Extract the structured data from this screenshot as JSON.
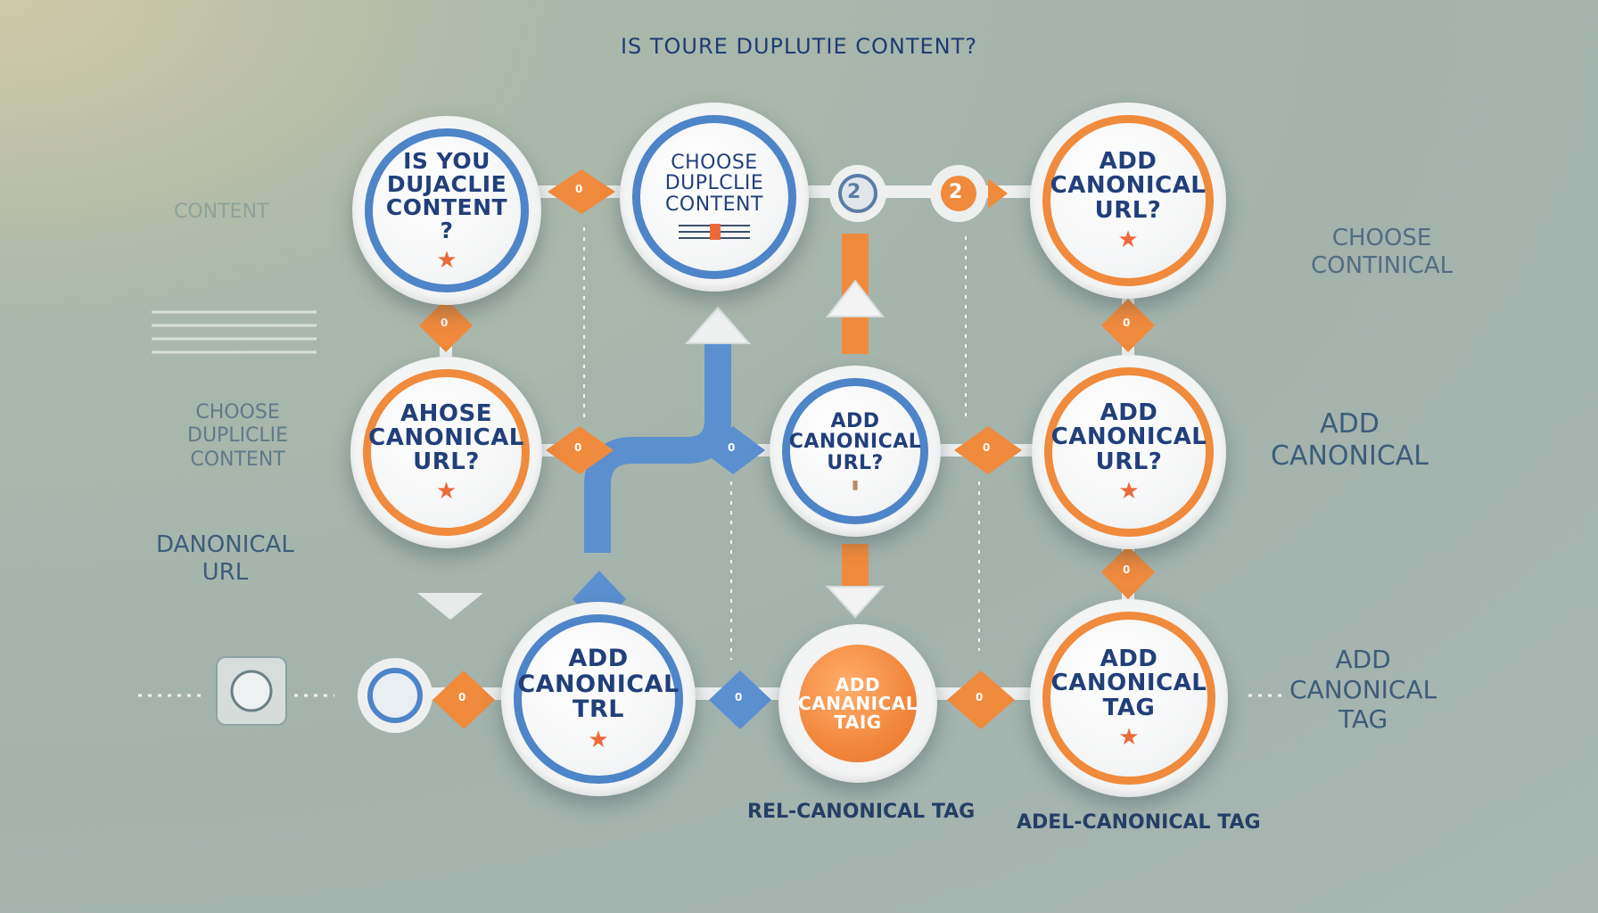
{
  "title": "IS TOURE DUPLUTIE CONTENT?",
  "nodes": {
    "n1": {
      "text": "IS YOU\nDUJACLIE\nCONTENT\n?"
    },
    "n2": {
      "text": "CHOOSE\nDUPLCLIE\nCONTENT"
    },
    "n3": {
      "text": "ADD\nCANONICAL\nURL?"
    },
    "n4": {
      "text": "AHOSE\nCANONICAL\nURL?"
    },
    "n5": {
      "text": "ADD\nCANONICAL\nURL?"
    },
    "n6": {
      "text": "ADD\nCANONICAL\nURL?"
    },
    "n7": {
      "text": "ADD\nCANONICAL\nTRL"
    },
    "n8": {
      "text": "ADD\nCANANICAL\nTAIG"
    },
    "n9": {
      "text": "ADD\nCANONICAL\nTAG"
    }
  },
  "badges": {
    "b1": "2",
    "b2": "2",
    "b3": "0",
    "b4": "0",
    "b5": "0",
    "b6": "0",
    "b7": "0",
    "b8": "0",
    "b9": "0",
    "b10": "0",
    "b11": "0",
    "b12": "0"
  },
  "side_labels": {
    "left_faint": "CONTENT",
    "left_choose": "CHOOSE\nDUPLICLIE\nCONTENT",
    "left_canonical_url": "DANONICAL\nURL",
    "right_choose": "CHOOSE\nCONTINICAL",
    "right_add_canonical": "ADD\nCANONICAL",
    "right_add_canonical_tag": "ADD\nCANONICAL\nTAG"
  },
  "captions": {
    "rel": "REL-CANONICAL TAG",
    "adel": "ADEL-CANONICAL TAG"
  },
  "colors": {
    "blue": "#4e84c8",
    "orange": "#f08a3c",
    "navy": "#213f7a"
  }
}
